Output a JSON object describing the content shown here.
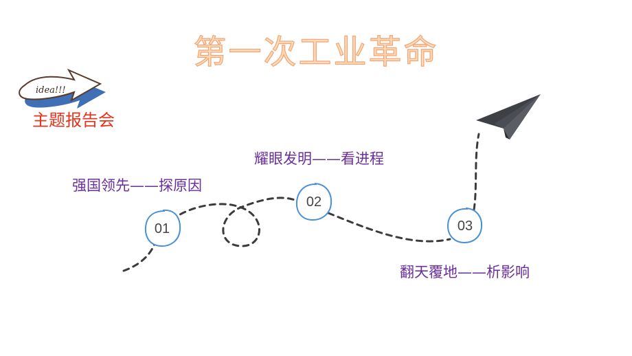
{
  "title": "第一次工业革命",
  "subtitle": "主题报告会",
  "badge": {
    "text": "idea!!!",
    "icon": "arrow-sign-icon"
  },
  "steps": [
    {
      "number": "01",
      "label": "强国领先——探原因"
    },
    {
      "number": "02",
      "label": "耀眼发明——看进程"
    },
    {
      "number": "03",
      "label": "翻天覆地——析影响"
    }
  ],
  "decor": {
    "icon": "paper-plane-icon",
    "path_style": "dashed"
  },
  "colors": {
    "title_fill": "#ffd9b8",
    "title_stroke": "#f0a574",
    "subtitle": "#e8321c",
    "labels": "#6a2f9c",
    "node_outline": "#4a90d9",
    "path": "#3b3b3b",
    "plane": "#3d4045"
  }
}
